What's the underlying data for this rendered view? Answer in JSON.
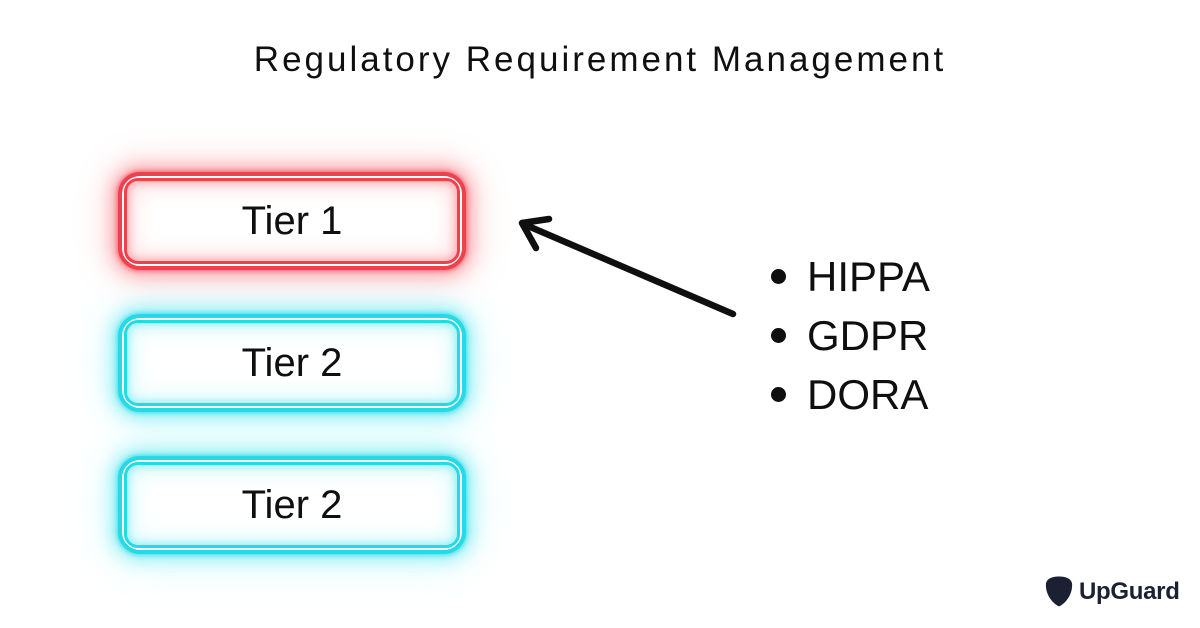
{
  "title": "Regulatory Requirement Management",
  "tiers": [
    {
      "label": "Tier 1"
    },
    {
      "label": "Tier 2"
    },
    {
      "label": "Tier 2"
    }
  ],
  "regulations": [
    "HIPPA",
    "GDPR",
    "DORA"
  ],
  "branding": {
    "logo_text": "UpGuard"
  },
  "colors": {
    "tier1_red": "#ee404d",
    "tier2_cyan": "#25d9e5",
    "text": "#0f0f0f",
    "arrow": "#0f0f0f",
    "logo_navy": "#1b2133",
    "background": "#ffffff"
  }
}
